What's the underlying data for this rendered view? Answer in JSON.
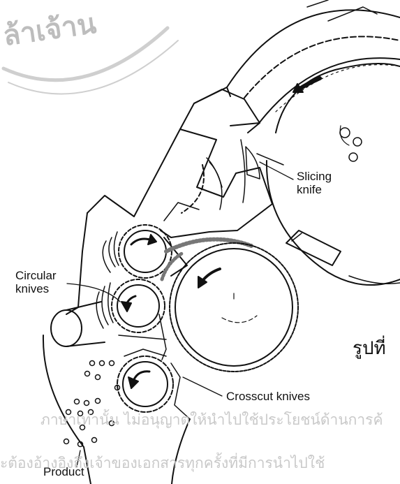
{
  "labels": {
    "slicing_knife": [
      "Slicing",
      "knife"
    ],
    "circular_knives": [
      "Circular",
      "knives"
    ],
    "crosscut_knives": "Crosscut knives",
    "product": "Product",
    "figure_caption_fragment": "รูปที่"
  },
  "watermark": {
    "seal_text": "ล้าเจ้าน",
    "line1": "ภาษาเท่านั้น ไม่อนุญาตให้นำไปใช้ประโยชน์ด้านการค้",
    "line2": "ะต้องอ้างอิงถึงเจ้าของเอกสารทุกครั้งที่มีการนำไปใช้"
  }
}
